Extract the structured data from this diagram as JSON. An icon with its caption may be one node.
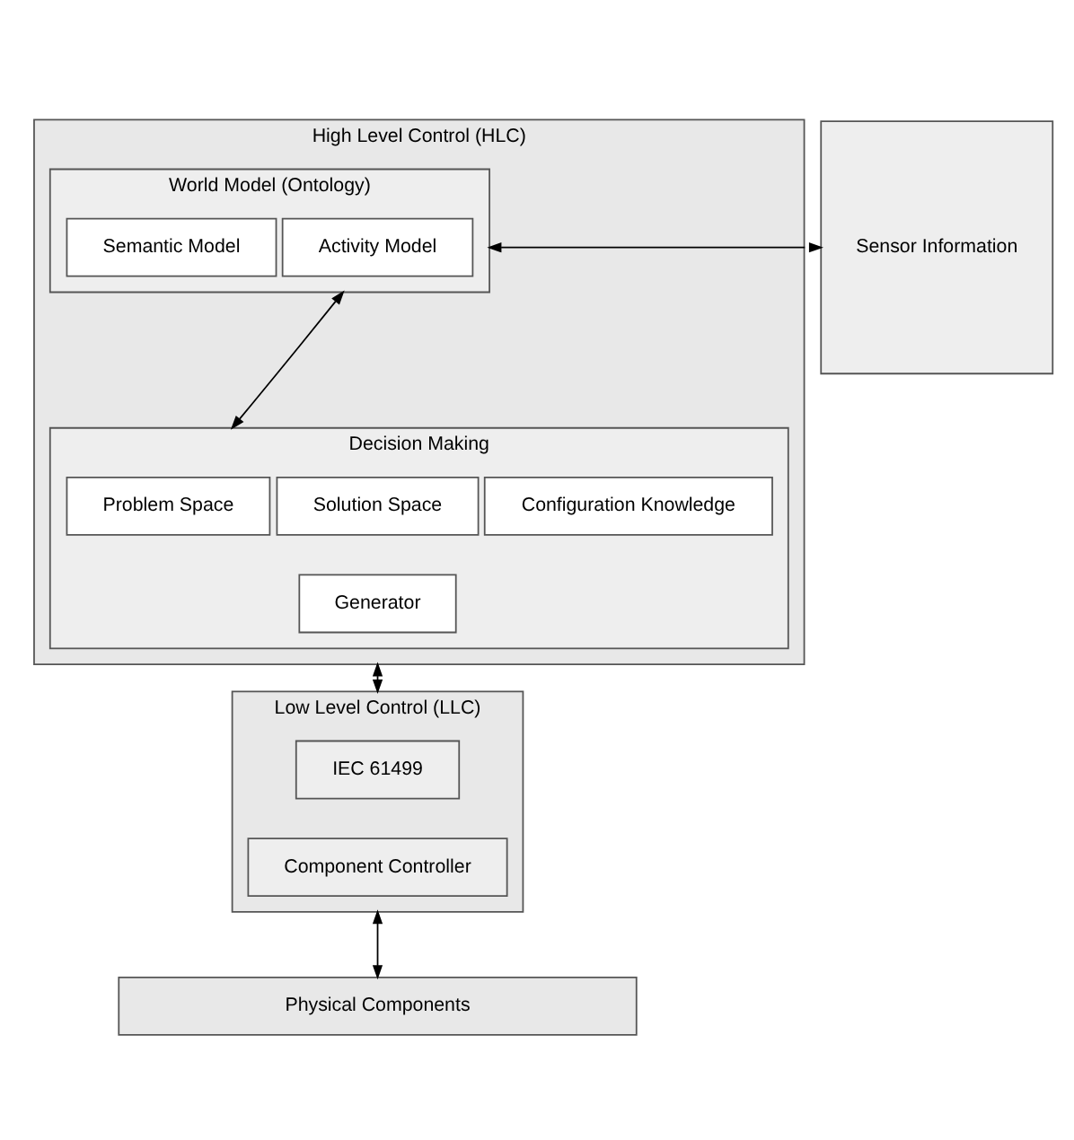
{
  "diagram": {
    "nodes": [
      {
        "text": [
          "High Level Control (HLC)"
        ]
      },
      {
        "text": [
          "World Model (Ontology)"
        ],
        "in": 0
      },
      {
        "text": [
          "Semantic Model"
        ],
        "in": 1
      },
      {
        "text": [
          "Activity Model"
        ],
        "in": 1
      },
      {
        "text": [
          "Decision Making"
        ],
        "in": 0
      },
      {
        "text": [
          "Problem Space"
        ],
        "in": 4
      },
      {
        "text": [
          "Solution Space"
        ],
        "in": 4
      },
      {
        "text": [
          "Configuration Knowledge"
        ],
        "in": 4
      },
      {
        "text": [
          "Generator"
        ],
        "in": 4
      },
      {
        "text": [
          "Sensor Information"
        ]
      },
      {
        "text": [
          "Low Level Control (LLC)"
        ]
      },
      {
        "text": [
          "IEC 61499"
        ],
        "in": 10
      },
      {
        "text": [
          "Component Controller"
        ],
        "in": 10
      },
      {
        "text": [
          "Physical Components"
        ]
      }
    ],
    "edges": [
      {
        "from": 1,
        "to": 9,
        "arrow": "both"
      },
      {
        "from": 1,
        "to": 4,
        "arrow": "both"
      },
      {
        "from": 0,
        "to": 10,
        "arrow": "both"
      },
      {
        "from": 10,
        "to": 13,
        "arrow": "both"
      }
    ]
  }
}
